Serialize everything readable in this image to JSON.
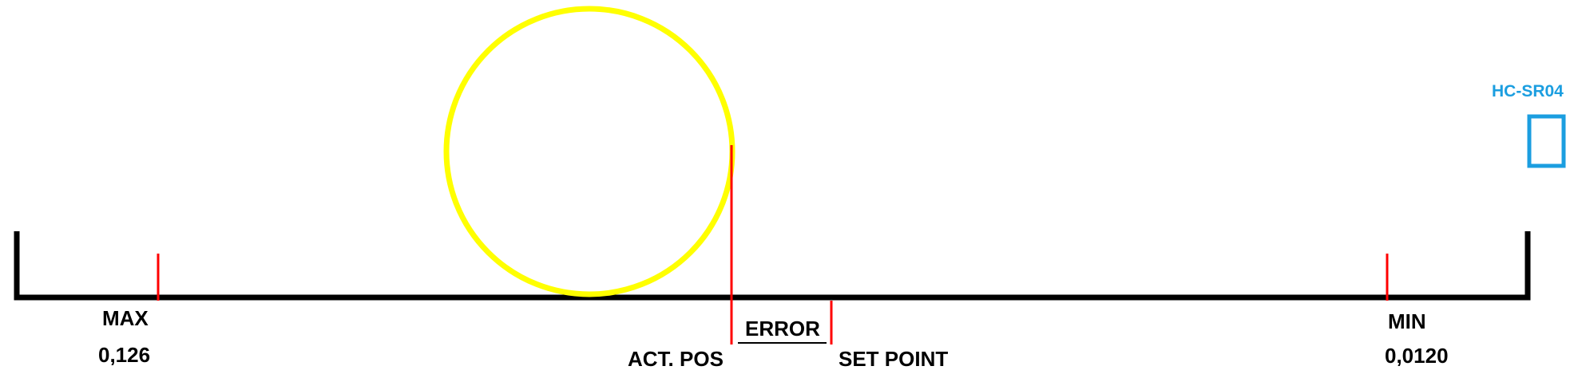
{
  "labels": {
    "max": "MAX",
    "max_value": "0,126",
    "min": "MIN",
    "min_value": "0,0120",
    "actual_position": "ACT. POS",
    "error": "ERROR",
    "set_point": "SET POINT",
    "sensor": "HC-SR04"
  },
  "colors": {
    "beam": "#000000",
    "ball": "#ffff00",
    "markers": "#ff0000",
    "sensor": "#1b9ee0",
    "text": "#000000"
  }
}
